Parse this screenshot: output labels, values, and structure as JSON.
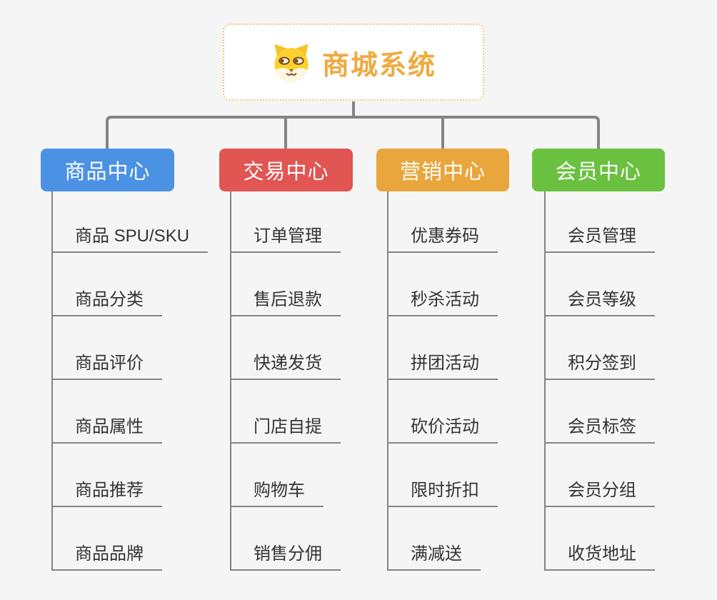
{
  "root": {
    "title": "商城系统",
    "icon": "dog-face-icon"
  },
  "branches": [
    {
      "label": "商品中心",
      "color": "#4B92E5",
      "children": [
        "商品 SPU/SKU",
        "商品分类",
        "商品评价",
        "商品属性",
        "商品推荐",
        "商品品牌"
      ]
    },
    {
      "label": "交易中心",
      "color": "#E15552",
      "children": [
        "订单管理",
        "售后退款",
        "快递发货",
        "门店自提",
        "购物车",
        "销售分佣"
      ]
    },
    {
      "label": "营销中心",
      "color": "#E9A63C",
      "children": [
        "优惠券码",
        "秒杀活动",
        "拼团活动",
        "砍价活动",
        "限时折扣",
        "满减送"
      ]
    },
    {
      "label": "会员中心",
      "color": "#6AC13F",
      "children": [
        "会员管理",
        "会员等级",
        "积分签到",
        "会员标签",
        "会员分组",
        "收货地址"
      ]
    }
  ],
  "colors": {
    "root_text": "#EFAA3F",
    "root_border": "#F3C97E",
    "connector": "#848484",
    "child_text": "#333333",
    "background": "#F5F5F6"
  }
}
